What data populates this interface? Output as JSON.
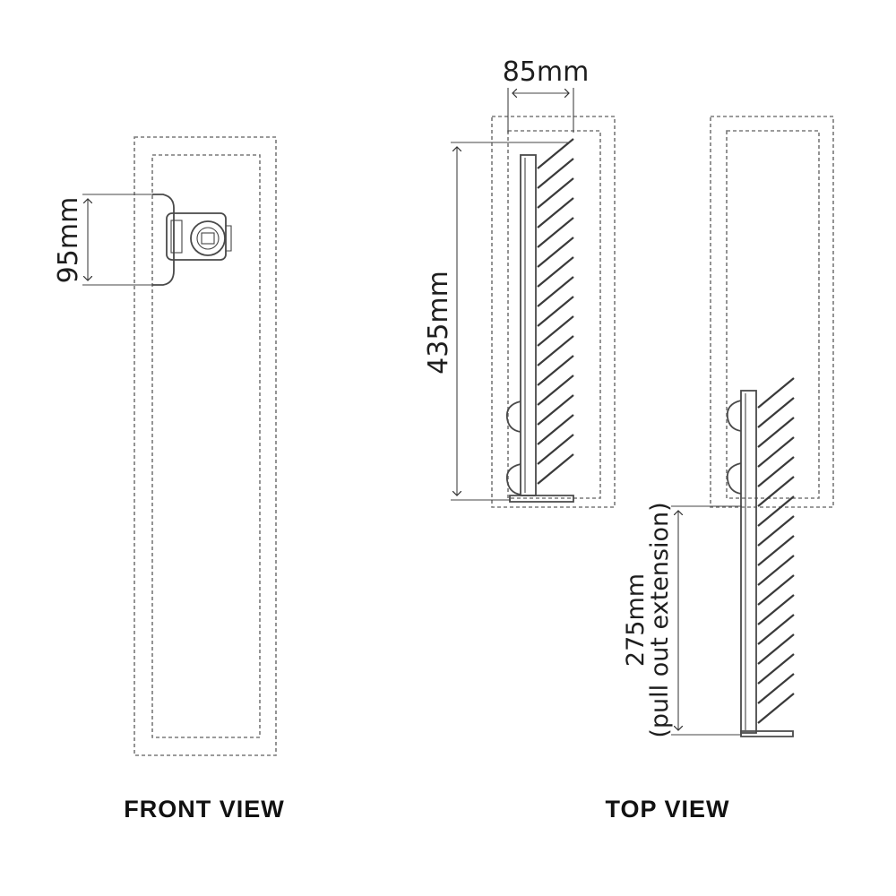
{
  "front_view": {
    "caption": "FRONT VIEW",
    "dimension_height": "95mm"
  },
  "top_view": {
    "caption": "TOP VIEW",
    "dimension_width": "85mm",
    "dimension_depth": "435mm",
    "dimension_extension_line1": "275mm",
    "dimension_extension_line2": "(pull out extension)"
  }
}
